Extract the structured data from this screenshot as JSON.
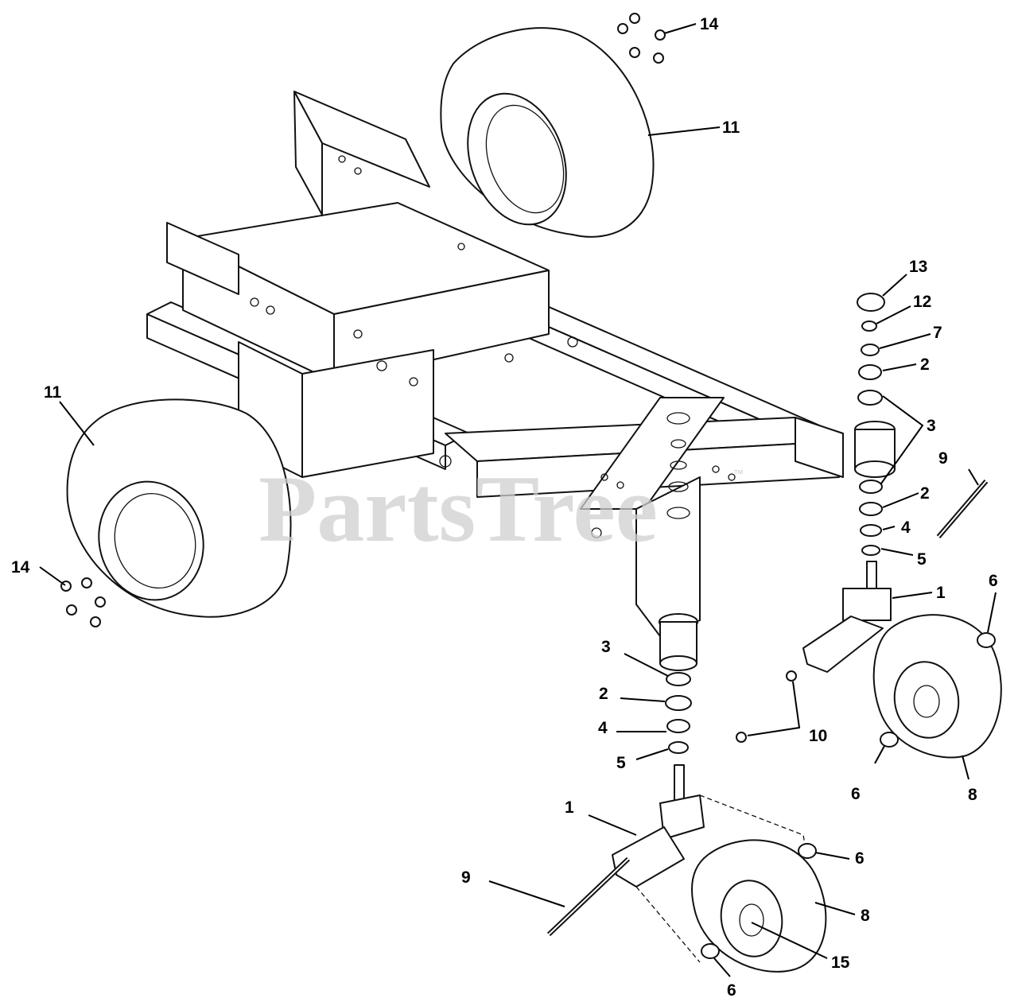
{
  "watermark": {
    "text": "PartsTree",
    "trademark": "™"
  },
  "callouts": {
    "c1a": "1",
    "c1b": "1",
    "c2a": "2",
    "c2b": "2",
    "c2c": "2",
    "c3a": "3",
    "c3b": "3",
    "c4a": "4",
    "c4b": "4",
    "c5a": "5",
    "c5b": "5",
    "c6a": "6",
    "c6b": "6",
    "c6c": "6",
    "c6d": "6",
    "c7": "7",
    "c8a": "8",
    "c8b": "8",
    "c9a": "9",
    "c9b": "9",
    "c10": "10",
    "c11a": "11",
    "c11b": "11",
    "c12": "12",
    "c13": "13",
    "c14a": "14",
    "c14b": "14",
    "c15": "15"
  }
}
